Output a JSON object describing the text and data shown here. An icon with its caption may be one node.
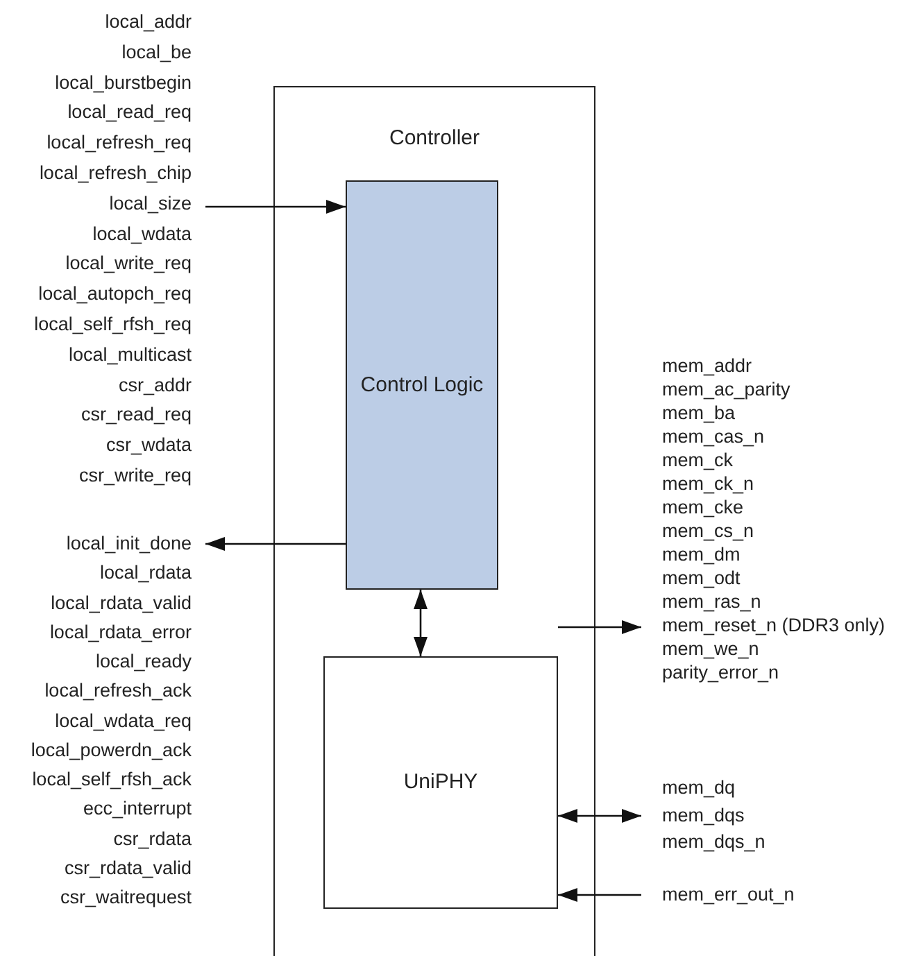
{
  "diagram": {
    "nodes": [
      {
        "text": [
          "Controller"
        ]
      },
      {
        "text": [
          "Control Logic"
        ],
        "in": 0
      },
      {
        "text": [
          "UniPHY"
        ],
        "in": 0
      },
      {
        "text": [
          "local_addr",
          "local_be",
          "local_burstbegin",
          "local_read_req",
          "local_refresh_req",
          "local_refresh_chip",
          "local_size",
          "local_wdata",
          "local_write_req",
          "local_autopch_req",
          "local_self_rfsh_req",
          "local_multicast",
          "csr_addr",
          "csr_read_req",
          "csr_wdata",
          "csr_write_req"
        ]
      },
      {
        "text": [
          "local_init_done",
          "local_rdata",
          "local_rdata_valid",
          "local_rdata_error",
          "local_ready",
          "local_refresh_ack",
          "local_wdata_req",
          "local_powerdn_ack",
          "local_self_rfsh_ack",
          "ecc_interrupt",
          "csr_rdata",
          "csr_rdata_valid",
          "csr_waitrequest"
        ]
      },
      {
        "text": [
          "mem_addr",
          "mem_ac_parity",
          "mem_ba",
          "mem_cas_n",
          "mem_ck",
          "mem_ck_n",
          "mem_cke",
          "mem_cs_n",
          "mem_dm",
          "mem_odt",
          "mem_ras_n",
          "mem_reset_n (DDR3 only)",
          "mem_we_n",
          "parity_error_n"
        ]
      },
      {
        "text": [
          "mem_dq",
          "mem_dqs",
          "mem_dqs_n"
        ]
      },
      {
        "text": [
          "mem_err_out_n"
        ]
      }
    ],
    "edges": [
      {
        "from": 3,
        "to": 1,
        "arrow": "to"
      },
      {
        "from": 1,
        "to": 4,
        "arrow": "to"
      },
      {
        "from": 1,
        "to": 2,
        "arrow": "both"
      },
      {
        "from": 2,
        "to": 5,
        "arrow": "to"
      },
      {
        "from": 2,
        "to": 6,
        "arrow": "both"
      },
      {
        "from": 7,
        "to": 2,
        "arrow": "to"
      }
    ]
  }
}
